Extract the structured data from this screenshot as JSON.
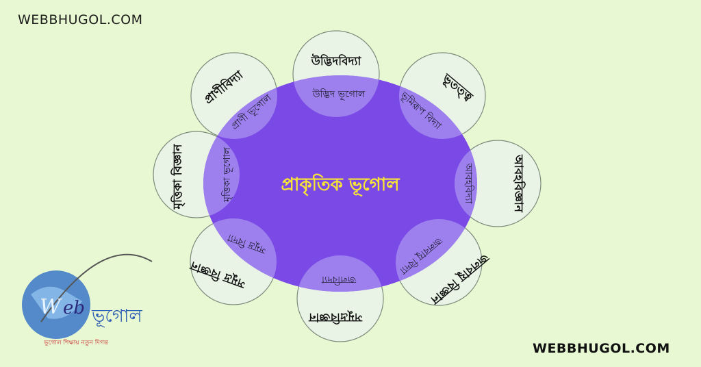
{
  "brand": {
    "top": "WEBBHUGOL.COM",
    "bottom": "WEBBHUGOL.COM"
  },
  "center": "প্রাকৃতিক ভূগোল",
  "petals": [
    {
      "outer": "উদ্ভিদবিদ্যা",
      "inner": "উদ্ভিদ ভূগোল"
    },
    {
      "outer": "ভূতত্ত্ব",
      "inner": "ভূমিরূপ বিদ্যা"
    },
    {
      "outer": "আবহবিজ্ঞান",
      "inner": "আবহবিদ্যা"
    },
    {
      "outer": "জলবায়ু বিজ্ঞান",
      "inner": "জলবায়ু বিদ্যা"
    },
    {
      "outer": "সমুদ্রবিজ্ঞান",
      "inner": "জলবিদ্যা"
    },
    {
      "outer": "সমুদ্র বিজ্ঞান",
      "inner": "সমুদ্র বিদ্যা"
    },
    {
      "outer": "মৃত্তিকা বিজ্ঞান",
      "inner": "মৃত্তিকা ভূগোল"
    },
    {
      "outer": "প্রাণীবিদ্যা",
      "inner": "প্রাণী ভূগোল"
    }
  ],
  "logo": {
    "text": "ভূগোল",
    "sub": "ভূগোল শিক্ষায় নতুন দিগন্ত",
    "globe_color": "#3a77c9"
  }
}
